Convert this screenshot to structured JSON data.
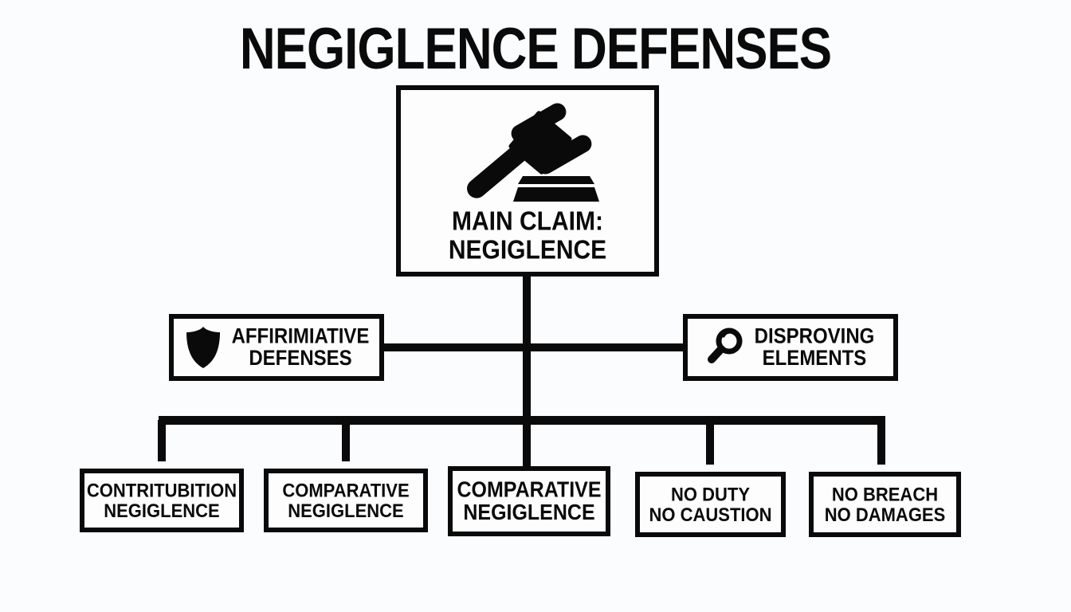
{
  "diagram": {
    "title": "NEGIGLENCE DEFENSES",
    "type": "hierarchy-tree",
    "style": {
      "background_color": "#fbfcfd",
      "line_color": "#0a0a0a",
      "box_fill": "#fdfdfd",
      "text_color": "#0a0a0a"
    },
    "root": {
      "label": "MAIN CLAIM:\nNEGIGLENCE",
      "icon": "gavel-icon"
    },
    "branches": [
      {
        "label": "AFFIRIMIATIVE\nDEFENSES",
        "icon": "shield-icon",
        "side": "left"
      },
      {
        "label": "DISPROVING\nELEMENTS",
        "icon": "magnifying-glass-icon",
        "side": "right"
      }
    ],
    "leaves": [
      {
        "label": "CONTRITUBITION\nNEGIGLENCE"
      },
      {
        "label": "COMPARATIVE\nNEGIGLENCE"
      },
      {
        "label": "COMPARATIVE\nNEGIGLENCE"
      },
      {
        "label": "NO DUTY\nNO CAUSTION"
      },
      {
        "label": "NO BREACH\nNO DAMAGES"
      }
    ]
  }
}
